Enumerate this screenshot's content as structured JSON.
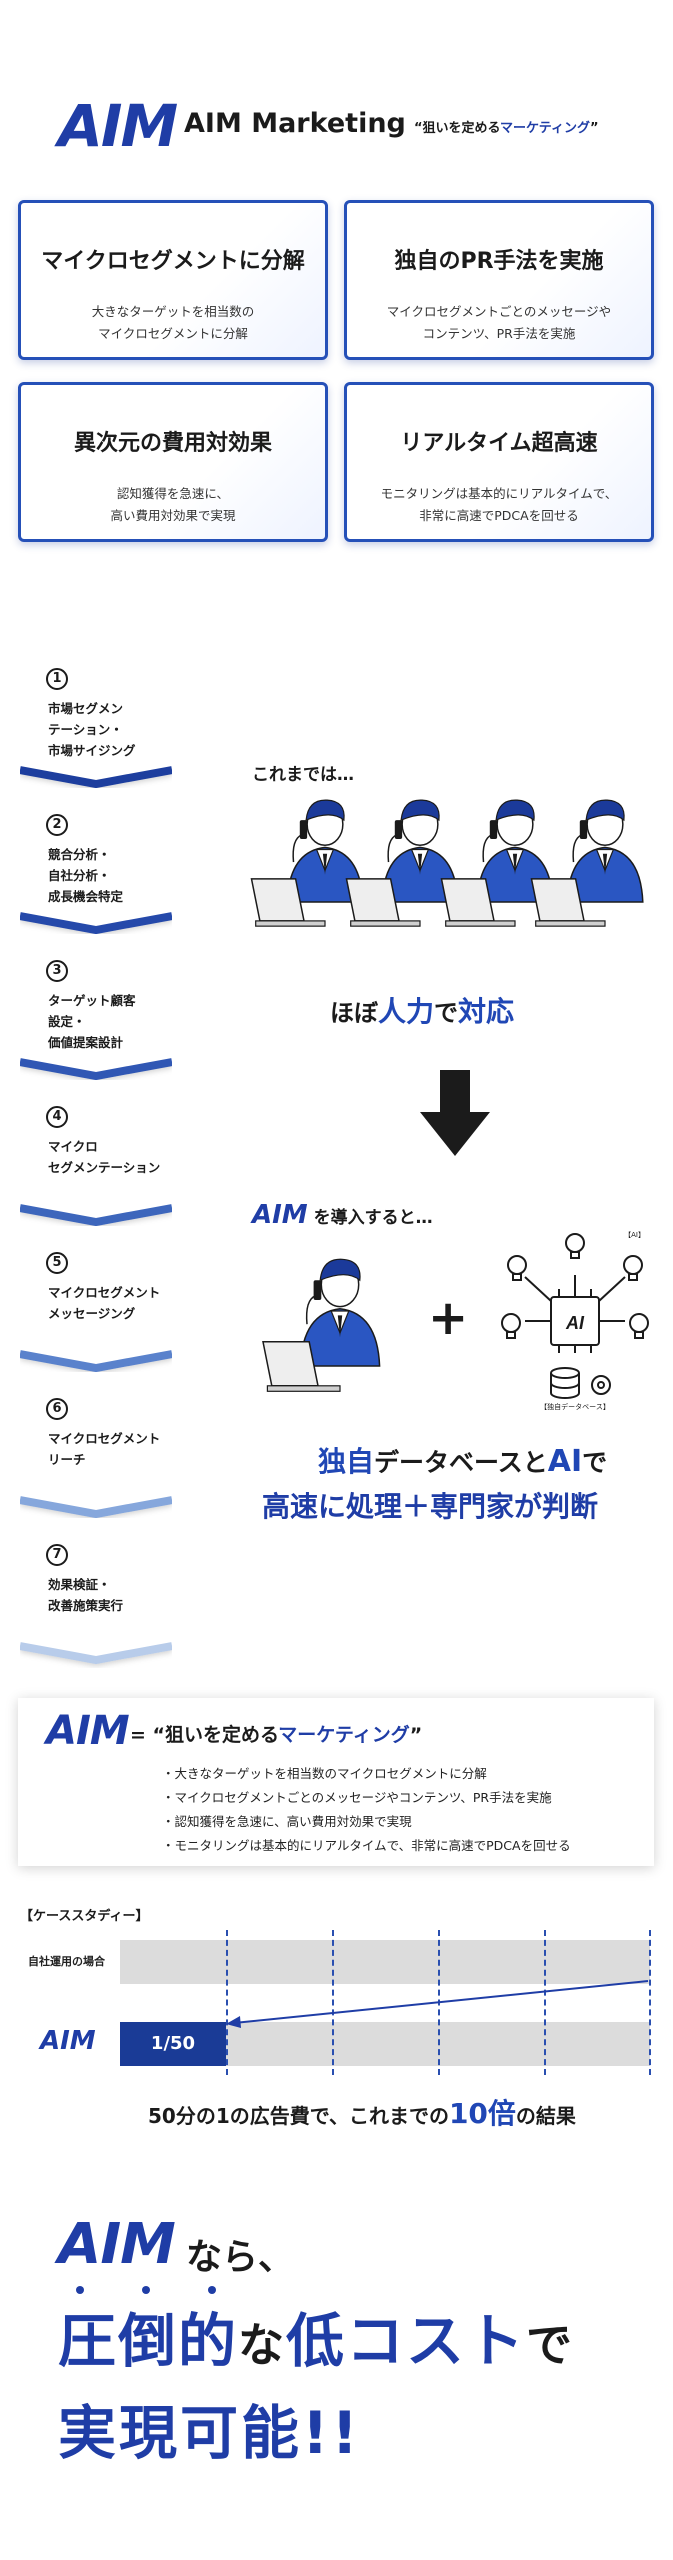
{
  "header": {
    "logo": "AIM",
    "brand": "AIM Marketing",
    "tagline_prefix": "“狙いを定める",
    "tagline_highlight": "マーケティング",
    "tagline_suffix": "”"
  },
  "features": [
    {
      "title": "マイクロセグメントに分解",
      "desc": "大きなターゲットを相当数の\nマイクロセグメントに分解"
    },
    {
      "title": "独自のPR手法を実施",
      "desc": "マイクロセグメントごとのメッセージや\nコンテンツ、PR手法を実施"
    },
    {
      "title": "異次元の費用対効果",
      "desc": "認知獲得を急速に、\n高い費用対効果で実現"
    },
    {
      "title": "リアルタイム超高速",
      "desc": "モニタリングは基本的にリアルタイムで、\n非常に高速でPDCAを回せる"
    }
  ],
  "steps": [
    {
      "num": "1",
      "text": "市場セグメン\nテーション・\n市場サイジング"
    },
    {
      "num": "2",
      "text": "競合分析・\n自社分析・\n成長機会特定"
    },
    {
      "num": "3",
      "text": "ターゲット顧客\n設定・\n価値提案設計"
    },
    {
      "num": "4",
      "text": "マイクロ\nセグメンテーション"
    },
    {
      "num": "5",
      "text": "マイクロセグメント\nメッセージング"
    },
    {
      "num": "6",
      "text": "マイクロセグメント\nリーチ"
    },
    {
      "num": "7",
      "text": "効果検証・\n改善施策実行"
    }
  ],
  "before": {
    "label": "これまでは…",
    "result_pre": "ほぼ",
    "result_b1": "人力",
    "result_mid": "で",
    "result_b2": "対応"
  },
  "after": {
    "logo": "AIM",
    "label": "を導入すると…",
    "plus": "+",
    "ai_chip": "AI",
    "ai_tag": "【AI】",
    "db_tag": "【独自データベース】",
    "line1_a": "独自",
    "line1_b": "データベースと",
    "line1_c": "AI",
    "line1_d": "で",
    "line2": "高速に処理＋専門家が判断"
  },
  "definition": {
    "logo": "AIM",
    "tag_prefix": "= “狙いを定める",
    "tag_highlight": "マーケティング",
    "tag_suffix": "”",
    "items": [
      "大きなターゲットを相当数のマイクロセグメントに分解",
      "マイクロセグメントごとのメッセージやコンテンツ、PR手法を実施",
      "認知獲得を急速に、高い費用対効果で実現",
      "モニタリングは基本的にリアルタイムで、非常に高速でPDCAを回せる"
    ]
  },
  "case_study": {
    "title": "【ケーススタディー】",
    "row1_label": "自社運用の場合",
    "row2_logo": "AIM",
    "aim_value": "1/50",
    "result_a": "50分の1の広告費で、これまでの",
    "result_big": "10倍",
    "result_b": "の結果"
  },
  "closing": {
    "logo": "AIM",
    "nara": "なら、",
    "line2_a": "圧倒的",
    "line2_b": "な",
    "line2_c": "低コスト",
    "line2_d": "で",
    "line3": "実現可能!!"
  }
}
